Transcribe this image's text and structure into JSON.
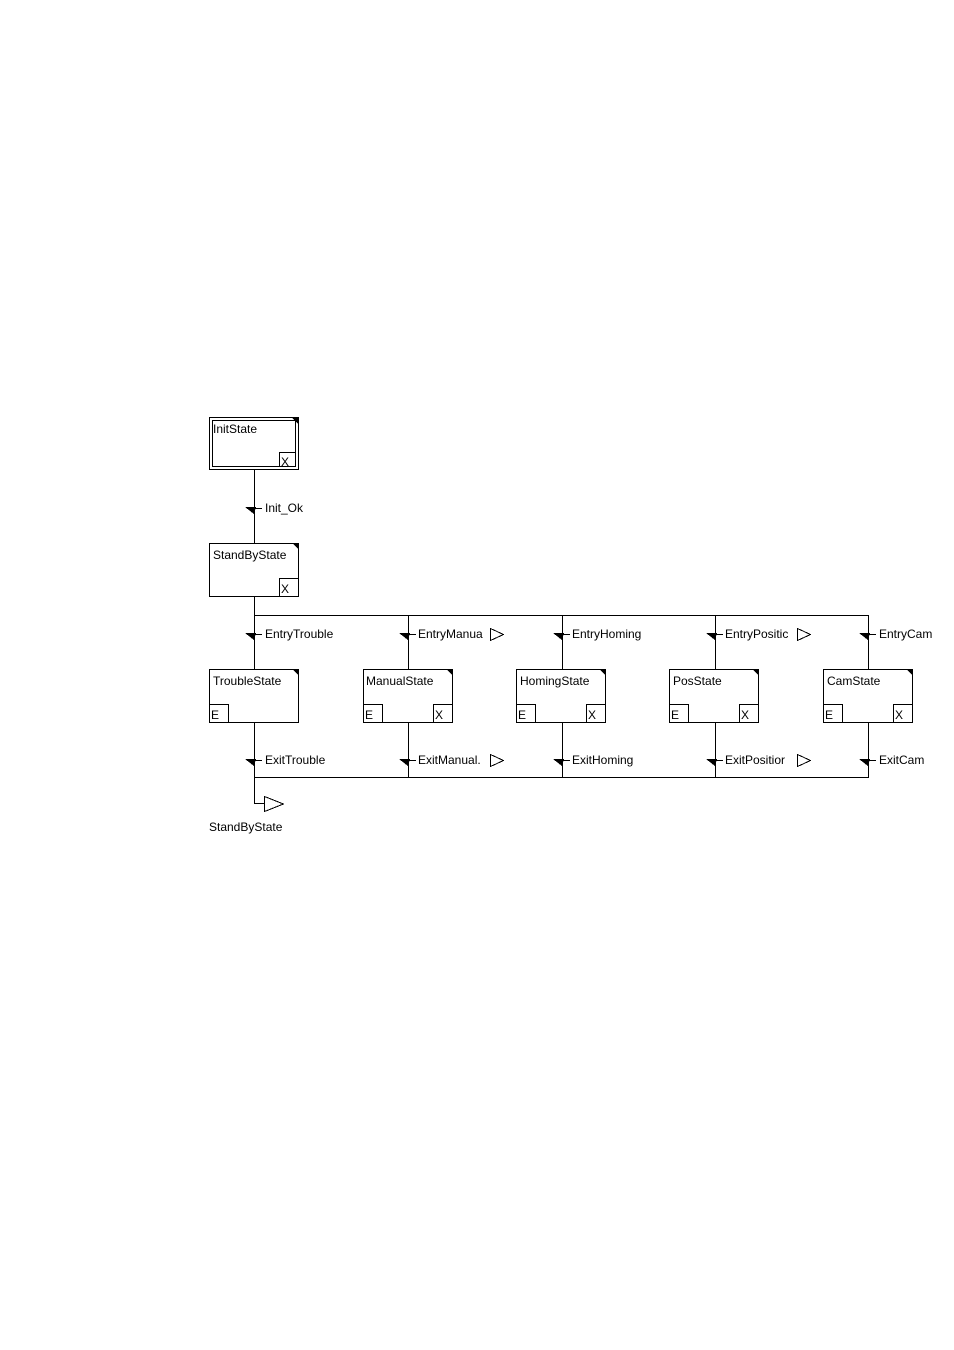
{
  "initial_step": {
    "label": "InitState",
    "exit_tag": "X"
  },
  "transitions": {
    "init_ok": "Init_Ok",
    "entry_trouble": "EntryTrouble",
    "entry_manual": "EntryManua",
    "entry_homing": "EntryHoming",
    "entry_position": "EntryPositic",
    "entry_cam": "EntryCam",
    "exit_trouble": "ExitTrouble",
    "exit_manual": "ExitManual.",
    "exit_homing": "ExitHoming",
    "exit_position": "ExitPositior",
    "exit_cam": "ExitCam"
  },
  "steps": {
    "standby": {
      "label": "StandByState",
      "exit_tag": "X"
    },
    "trouble": {
      "label": "TroubleState",
      "entry_tag": "E"
    },
    "manual": {
      "label": "ManualState",
      "entry_tag": "E",
      "exit_tag": "X"
    },
    "homing": {
      "label": "HomingState",
      "entry_tag": "E",
      "exit_tag": "X"
    },
    "pos": {
      "label": "PosState",
      "entry_tag": "E",
      "exit_tag": "X"
    },
    "cam": {
      "label": "CamState",
      "entry_tag": "E",
      "exit_tag": "X"
    }
  },
  "jump": {
    "label": "StandByState"
  }
}
